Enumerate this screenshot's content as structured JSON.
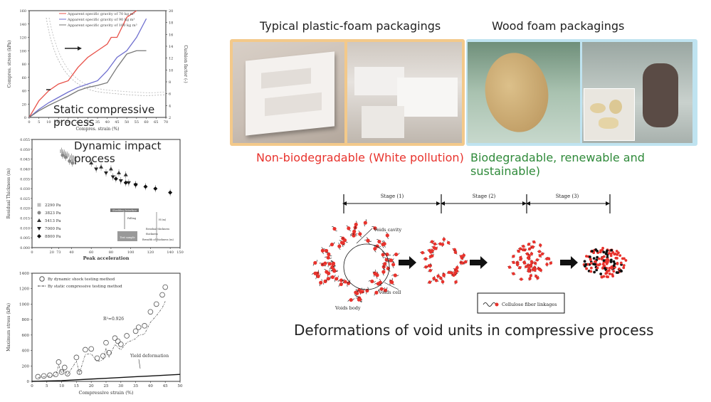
{
  "chart_data": [
    {
      "type": "line",
      "caption": "Static compressive process",
      "xlabel": "Compres. strain (%)",
      "ylabel": "Compres. stress (kPa)",
      "y2label": "Cushion factor (-)",
      "xlim": [
        0,
        70
      ],
      "ylim": [
        0,
        160
      ],
      "y2lim": [
        2,
        20
      ],
      "xticks": [
        "0",
        "5",
        "10",
        "15",
        "20",
        "25",
        "30",
        "35",
        "40",
        "45",
        "50",
        "55",
        "60",
        "65",
        "70"
      ],
      "yticks": [
        "0",
        "20",
        "40",
        "60",
        "80",
        "100",
        "120",
        "140",
        "160"
      ],
      "y2ticks": [
        "2",
        "4",
        "6",
        "8",
        "10",
        "12",
        "14",
        "16",
        "18",
        "20"
      ],
      "legend": [
        "Apparent specific gravity of 70 kg m³",
        "Apparent specific gravity of 90 kg m³",
        "Apparent specific gravity of 100 kg m³"
      ],
      "series": [
        {
          "color": "#e8524a",
          "x": [
            0,
            5,
            10,
            15,
            20,
            25,
            30,
            35,
            40,
            42,
            45,
            50,
            55
          ],
          "y": [
            0,
            25,
            40,
            50,
            55,
            75,
            90,
            100,
            110,
            120,
            120,
            150,
            160
          ]
        },
        {
          "color": "#6f6fcf",
          "x": [
            0,
            5,
            10,
            15,
            20,
            25,
            30,
            35,
            40,
            45,
            50,
            55,
            60
          ],
          "y": [
            0,
            12,
            22,
            30,
            38,
            45,
            50,
            55,
            70,
            90,
            100,
            120,
            148
          ]
        },
        {
          "color": "#777777",
          "x": [
            0,
            5,
            10,
            15,
            20,
            25,
            30,
            35,
            40,
            45,
            50,
            55,
            60
          ],
          "y": [
            0,
            10,
            18,
            25,
            32,
            40,
            45,
            48,
            52,
            75,
            95,
            100,
            100
          ]
        }
      ]
    },
    {
      "type": "scatter",
      "caption": "Dynamic impact process",
      "xlabel": "Peak acceleration",
      "ylabel": "Residual Thickness (m)",
      "xlim": [
        0,
        150
      ],
      "ylim": [
        0,
        0.055
      ],
      "xticks": [
        "0",
        "20",
        "40",
        "60",
        "80",
        "100",
        "120",
        "140",
        "150"
      ],
      "xticklabels_shown": [
        "0",
        "20",
        "73",
        "40",
        "60",
        "80",
        "100",
        "120",
        "140",
        "150"
      ],
      "yticks": [
        "0.000",
        "0.005",
        "0.010",
        "0.015",
        "0.020",
        "0.025",
        "0.030",
        "0.035",
        "0.040",
        "0.045",
        "0.050",
        "0.055"
      ],
      "legend": [
        "2290 Pa",
        "3823 Pa",
        "5413 Pa",
        "7000 Pa",
        "8800 Pa"
      ],
      "inset_labels": [
        "Shedding Interface",
        "Falling",
        "H (m)",
        "Test sample",
        "Residual thickness",
        "thickness",
        "Breadth of thickness (m)"
      ],
      "series": [
        {
          "name": "2290 Pa",
          "x": [
            30,
            33,
            36,
            40,
            42
          ],
          "y": [
            0.049,
            0.048,
            0.047,
            0.046,
            0.045
          ]
        },
        {
          "name": "3823 Pa",
          "x": [
            31,
            34,
            38,
            41
          ],
          "y": [
            0.047,
            0.046,
            0.044,
            0.043
          ]
        },
        {
          "name": "5413 Pa",
          "x": [
            60,
            70,
            80,
            88,
            95
          ],
          "y": [
            0.043,
            0.041,
            0.04,
            0.038,
            0.037
          ]
        },
        {
          "name": "7000 Pa",
          "x": [
            65,
            75,
            82,
            90,
            98,
            105
          ],
          "y": [
            0.04,
            0.038,
            0.036,
            0.034,
            0.033,
            0.032
          ]
        },
        {
          "name": "8800 Pa",
          "x": [
            85,
            95,
            105,
            115,
            125,
            140
          ],
          "y": [
            0.035,
            0.033,
            0.032,
            0.031,
            0.03,
            0.028
          ]
        }
      ]
    },
    {
      "type": "scatter",
      "xlabel": "Compressive strain (%)",
      "ylabel": "Maximum stress (kPa)",
      "xlim": [
        0,
        50
      ],
      "ylim": [
        0,
        1400
      ],
      "xticks": [
        "0",
        "5",
        "10",
        "15",
        "20",
        "25",
        "30",
        "35",
        "40",
        "45",
        "50"
      ],
      "yticks": [
        "0",
        "200",
        "400",
        "600",
        "800",
        "1000",
        "1200",
        "1400"
      ],
      "legend": [
        "By dynamic shock testing method",
        "By static compressive testing method"
      ],
      "annotations": [
        "R²=0.926",
        "Yield deformation"
      ],
      "series": [
        {
          "name": "By dynamic shock testing method",
          "x": [
            2,
            4,
            6,
            8,
            9,
            10,
            11,
            12,
            15,
            16,
            18,
            20,
            22,
            24,
            25,
            26,
            28,
            29,
            30,
            32,
            35,
            36,
            38,
            40,
            42,
            44,
            45
          ],
          "y": [
            60,
            70,
            80,
            90,
            250,
            120,
            180,
            100,
            310,
            120,
            410,
            420,
            300,
            330,
            500,
            370,
            560,
            520,
            480,
            590,
            650,
            700,
            720,
            900,
            1000,
            1120,
            1220
          ]
        },
        {
          "name": "By static compressive testing method",
          "x": [
            0,
            5,
            10,
            15,
            20,
            25,
            30,
            35,
            40,
            45,
            50
          ],
          "y": [
            0,
            5,
            10,
            20,
            30,
            40,
            50,
            60,
            70,
            80,
            90
          ]
        }
      ]
    }
  ],
  "photos": {
    "plastic_title": "Typical plastic-foam packagings",
    "wood_title": "Wood foam packagings",
    "plastic_caption": "Non-biodegradable (White pollution)",
    "wood_caption": "Biodegradable, renewable and sustainable)"
  },
  "deformation": {
    "stages": [
      "Stage (1)",
      "Stage (2)",
      "Stage (3)"
    ],
    "labels": {
      "voids_cavity": "Voids cavity",
      "voids_cell": "Voids cell",
      "voids_body": "Voids body",
      "legend": "Cellulose fiber linkages"
    },
    "caption": "Deformations of void units in compressive process"
  },
  "colors": {
    "red_text": "#e8332d",
    "green_text": "#2f8a3a",
    "plastic_border": "#f3c98a",
    "wood_border": "#bfe3f0"
  }
}
